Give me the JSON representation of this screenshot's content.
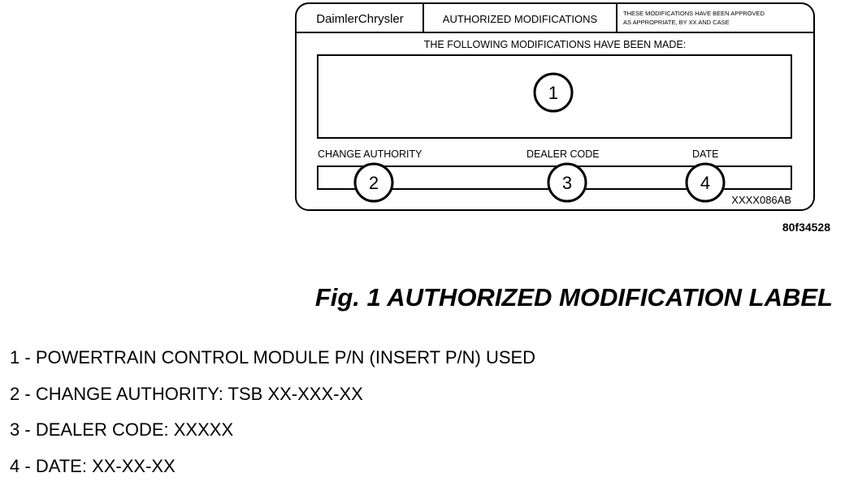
{
  "label": {
    "brand": "DaimlerChrysler",
    "header_title": "AUTHORIZED MODIFICATIONS",
    "header_note_line1": "THESE MODIFICATIONS HAVE BEEN APPROVED",
    "header_note_line2": "AS APPROPRIATE, BY XX AND CASE",
    "made_heading": "THE FOLLOWING MODIFICATIONS HAVE BEEN MADE:",
    "field_change_authority": "CHANGE AUTHORITY",
    "field_dealer_code": "DEALER CODE",
    "field_date": "DATE",
    "label_part_code": "XXXX086AB",
    "callouts": [
      "1",
      "2",
      "3",
      "4"
    ]
  },
  "figure": {
    "reference": "80f34528",
    "caption": "Fig. 1 AUTHORIZED MODIFICATION LABEL"
  },
  "legend": [
    {
      "number": "1",
      "text": "POWERTRAIN CONTROL MODULE P/N (INSERT P/N) USED"
    },
    {
      "number": "2",
      "text": "CHANGE AUTHORITY: TSB XX-XXX-XX"
    },
    {
      "number": "3",
      "text": "DEALER CODE: XXXXX"
    },
    {
      "number": "4",
      "text": "DATE: XX-XX-XX"
    }
  ]
}
